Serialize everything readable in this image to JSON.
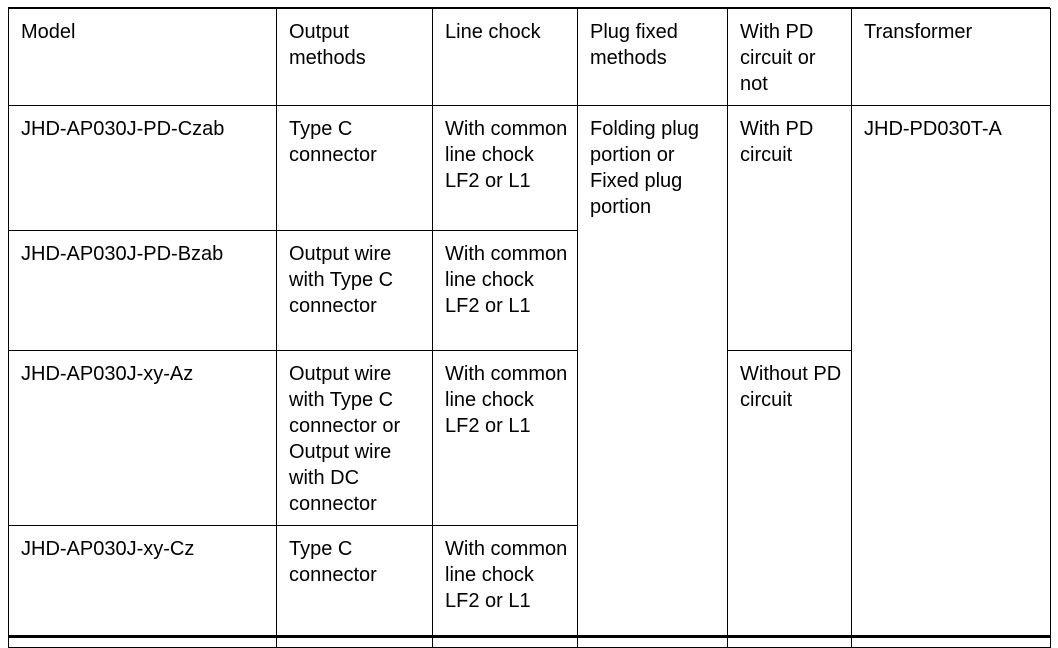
{
  "table": {
    "columns": [
      {
        "key": "model",
        "header": "Model"
      },
      {
        "key": "output",
        "header": "Output methods"
      },
      {
        "key": "chock",
        "header": "Line chock"
      },
      {
        "key": "plug",
        "header": "Plug fixed methods"
      },
      {
        "key": "pd",
        "header": "With PD circuit or not"
      },
      {
        "key": "transformer",
        "header": "Transformer"
      }
    ],
    "rows": [
      {
        "model": "JHD-AP030J-PD-Czab",
        "output": "Type C connector",
        "chock": "With common line chock LF2 or L1",
        "plug": "Folding plug portion or Fixed plug portion",
        "pd": "With PD circuit",
        "transformer": "JHD-PD030T-A"
      },
      {
        "model": "JHD-AP030J-PD-Bzab",
        "output": "Output wire with Type C connector",
        "chock": "With common line chock LF2 or L1"
      },
      {
        "model": "JHD-AP030J-xy-Az",
        "output": "Output wire with Type C connector or Output wire with DC connector",
        "chock": "With common line chock LF2 or L1",
        "pd": "Without PD circuit"
      },
      {
        "model": "JHD-AP030J-xy-Cz",
        "output": "Type C connector",
        "chock": "With common line chock LF2 or L1"
      }
    ],
    "merges": {
      "plug_rowspan": 4,
      "transformer_rowspan": 4,
      "pd_with_rowspan": 2,
      "pd_without_rowspan": 2
    },
    "colors": {
      "border": "#000000",
      "text": "#000000",
      "background": "#ffffff"
    }
  }
}
